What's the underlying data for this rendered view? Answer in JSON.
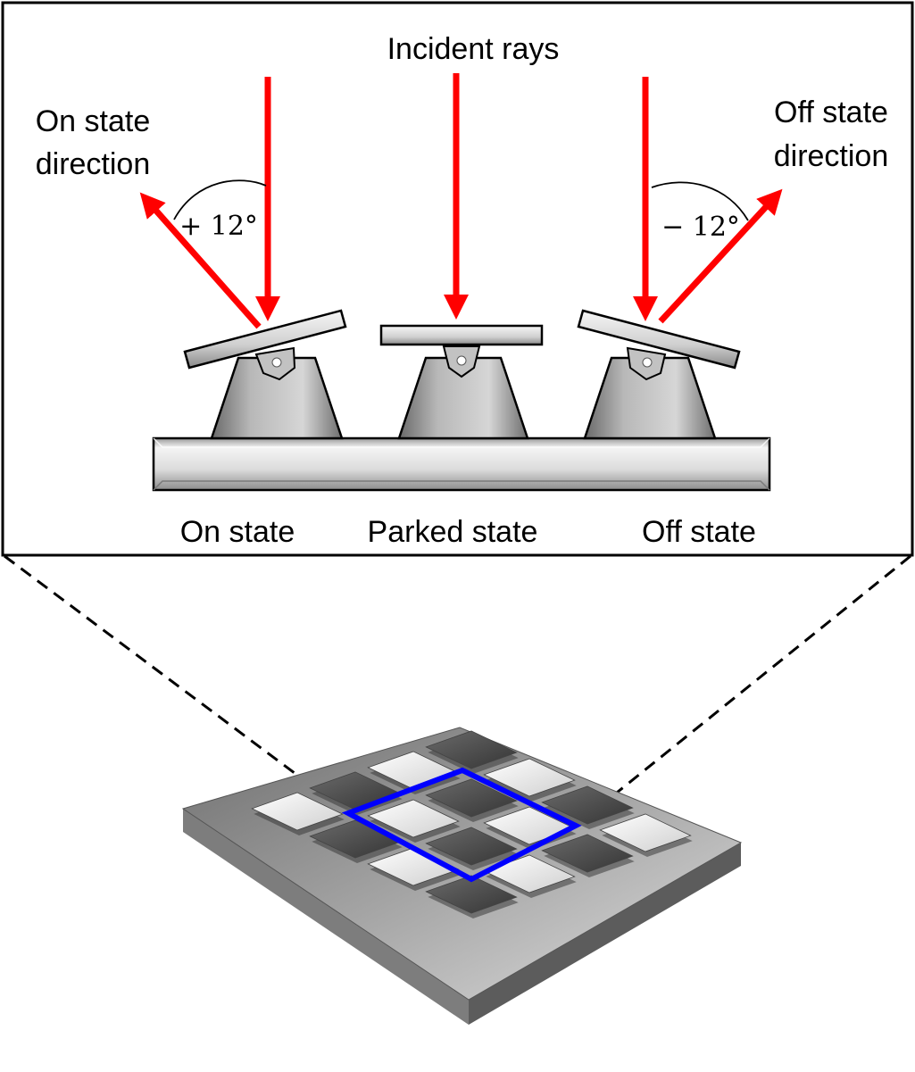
{
  "colors": {
    "ray": "#ff0000",
    "highlight": "#0000ff",
    "outline": "#000000",
    "background": "#ffffff"
  },
  "labels": {
    "incident_rays": "Incident rays",
    "on_direction_line1": "On state",
    "on_direction_line2": "direction",
    "off_direction_line1": "Off state",
    "off_direction_line2": "direction",
    "on_angle": "+ 12°",
    "off_angle": "− 12°",
    "on_state": "On state",
    "parked_state": "Parked state",
    "off_state": "Off state"
  },
  "chip": {
    "rows": 4,
    "cols": 4,
    "tiles": [
      [
        "light",
        "dark",
        "light",
        "dark"
      ],
      [
        "dark",
        "light",
        "dark",
        "light"
      ],
      [
        "light",
        "dark",
        "light",
        "dark"
      ],
      [
        "dark",
        "light",
        "dark",
        "light"
      ]
    ]
  }
}
